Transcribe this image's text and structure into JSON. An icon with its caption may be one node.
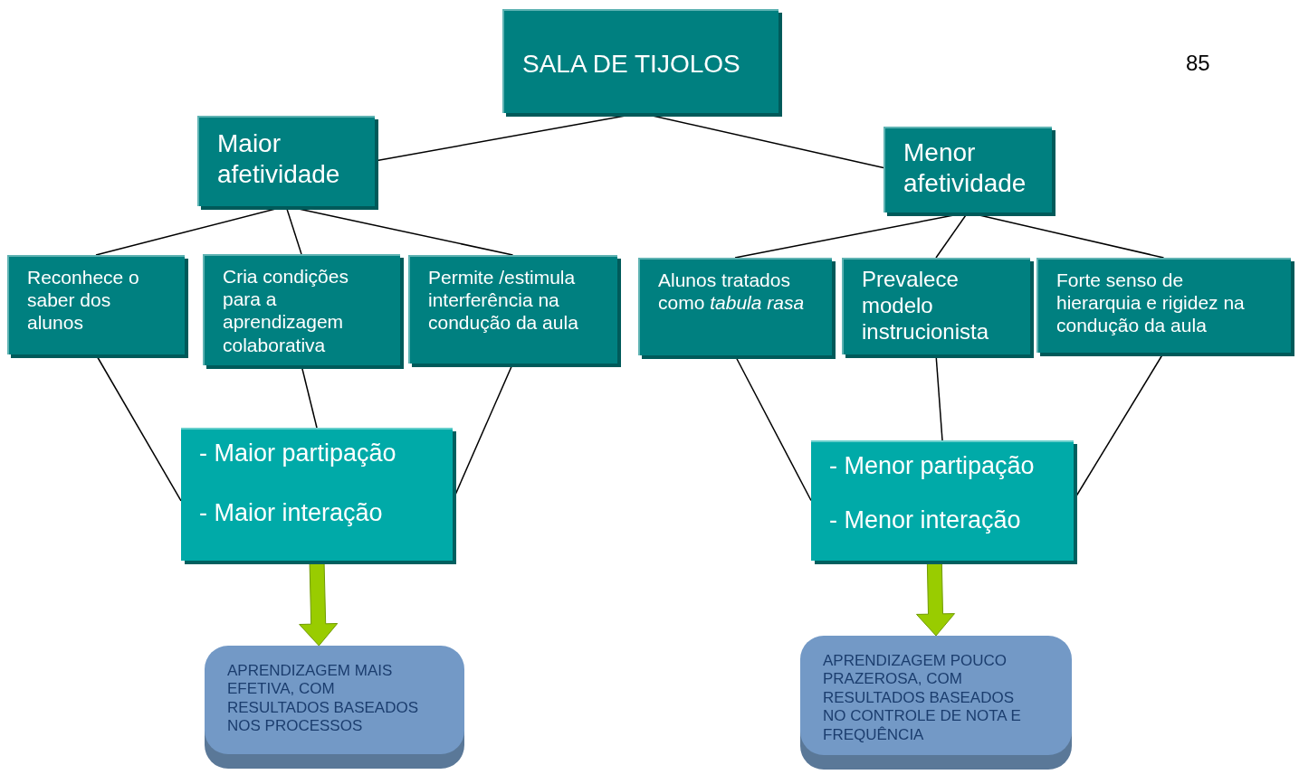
{
  "diagram": {
    "nodes": [
      {
        "text": [
          "SALA DE TIJOLOS"
        ]
      },
      {
        "text": [
          "Maior afetividade"
        ]
      },
      {
        "text": [
          "Menor afetividade"
        ]
      },
      {
        "text": [
          "Reconhece o saber dos alunos"
        ]
      },
      {
        "text": [
          "Cria condições para a aprendizagem colaborativa"
        ]
      },
      {
        "text": [
          "Permite /estimula interferência na condução da aula"
        ]
      },
      {
        "text": [
          "Alunos tratados como *tabula rasa*"
        ]
      },
      {
        "text": [
          "Prevalece modelo instrucionista"
        ]
      },
      {
        "text": [
          "Forte senso de hierarquia e rigidez na condução da aula"
        ]
      },
      {
        "text": [
          "- Maior partipação",
          "- Maior interação"
        ]
      },
      {
        "text": [
          "- Menor partipação",
          "- Menor interação"
        ]
      },
      {
        "text": [
          "APRENDIZAGEM MAIS EFETIVA, COM RESULTADOS BASEADOS NOS PROCESSOS"
        ]
      },
      {
        "text": [
          "APRENDIZAGEM POUCO PRAZEROSA, COM RESULTADOS BASEADOS NO CONTROLE DE NOTA E FREQUÊNCIA"
        ]
      }
    ],
    "edges": [
      {
        "from": 0,
        "to": 1,
        "arrow": "none"
      },
      {
        "from": 0,
        "to": 2,
        "arrow": "none"
      },
      {
        "from": 1,
        "to": 3,
        "arrow": "none"
      },
      {
        "from": 1,
        "to": 4,
        "arrow": "none"
      },
      {
        "from": 1,
        "to": 5,
        "arrow": "none"
      },
      {
        "from": 2,
        "to": 6,
        "arrow": "none"
      },
      {
        "from": 2,
        "to": 7,
        "arrow": "none"
      },
      {
        "from": 2,
        "to": 8,
        "arrow": "none"
      },
      {
        "from": 3,
        "to": 9,
        "arrow": "none"
      },
      {
        "from": 4,
        "to": 9,
        "arrow": "none"
      },
      {
        "from": 5,
        "to": 9,
        "arrow": "none"
      },
      {
        "from": 6,
        "to": 10,
        "arrow": "none"
      },
      {
        "from": 7,
        "to": 10,
        "arrow": "none"
      },
      {
        "from": 8,
        "to": 10,
        "arrow": "none"
      },
      {
        "from": 9,
        "to": 11,
        "arrow": "to",
        "style": "thick",
        "color": "#99cc00"
      },
      {
        "from": 10,
        "to": 12,
        "arrow": "to",
        "style": "thick",
        "color": "#99cc00"
      }
    ],
    "labels": [
      "85"
    ]
  }
}
